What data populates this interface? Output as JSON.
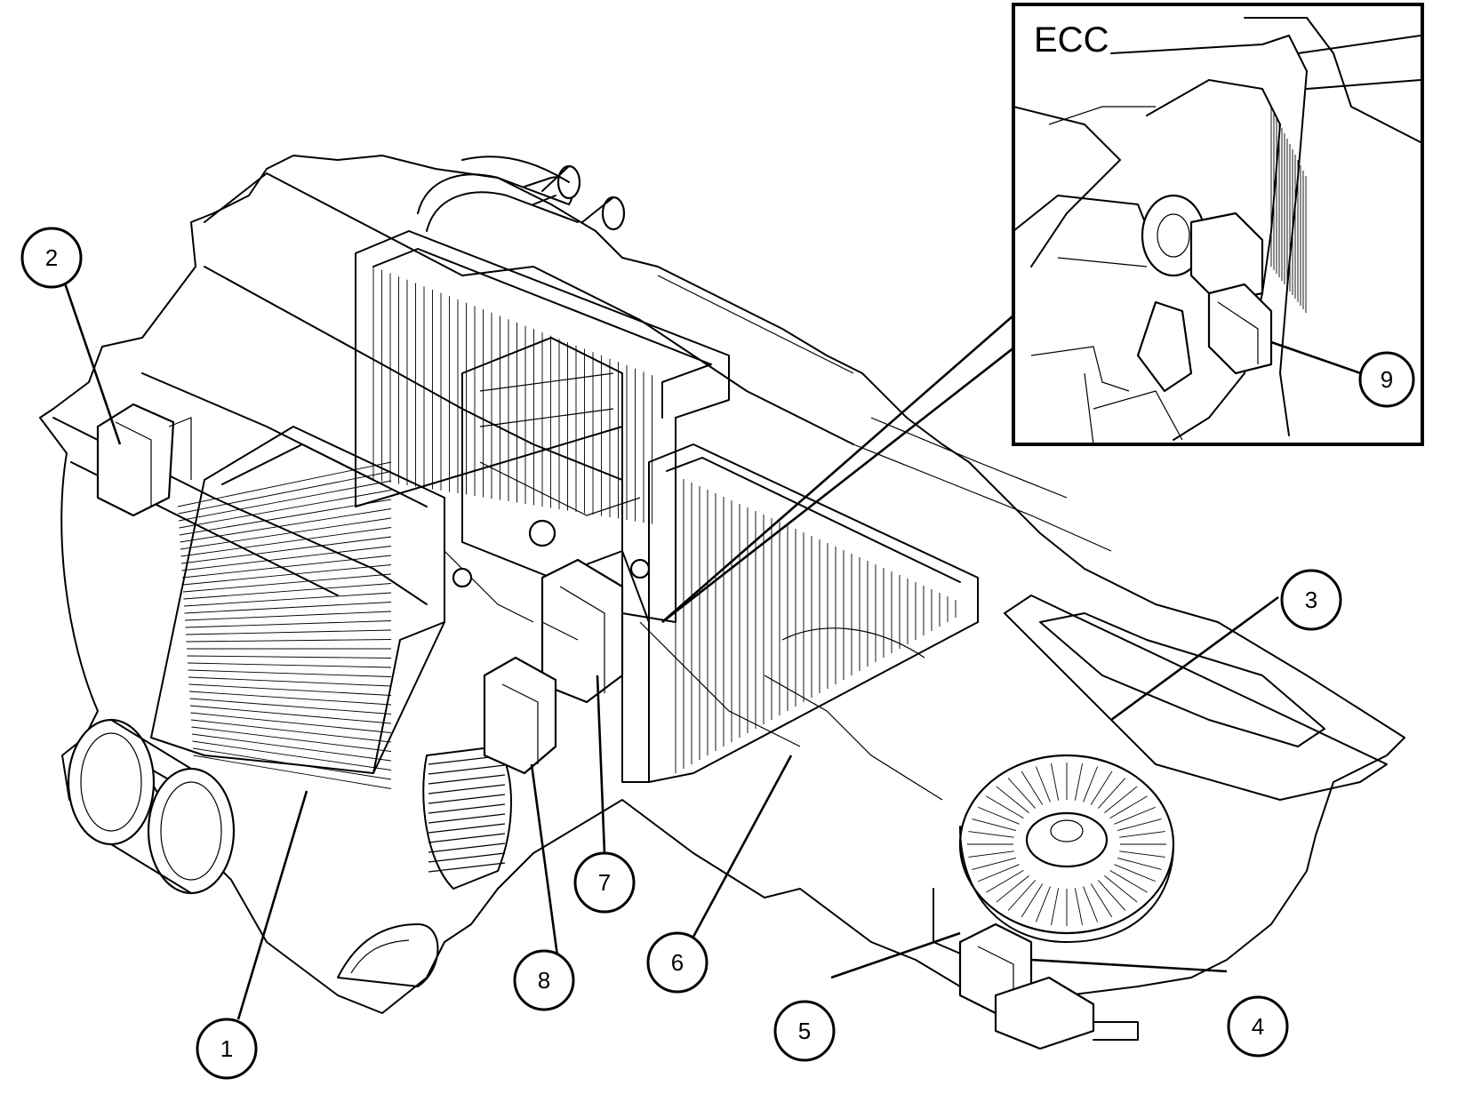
{
  "inset": {
    "label": "ECC"
  },
  "callouts": [
    {
      "id": "1",
      "label": "1"
    },
    {
      "id": "2",
      "label": "2"
    },
    {
      "id": "3",
      "label": "3"
    },
    {
      "id": "4",
      "label": "4"
    },
    {
      "id": "5",
      "label": "5"
    },
    {
      "id": "6",
      "label": "6"
    },
    {
      "id": "7",
      "label": "7"
    },
    {
      "id": "8",
      "label": "8"
    },
    {
      "id": "9",
      "label": "9"
    }
  ]
}
